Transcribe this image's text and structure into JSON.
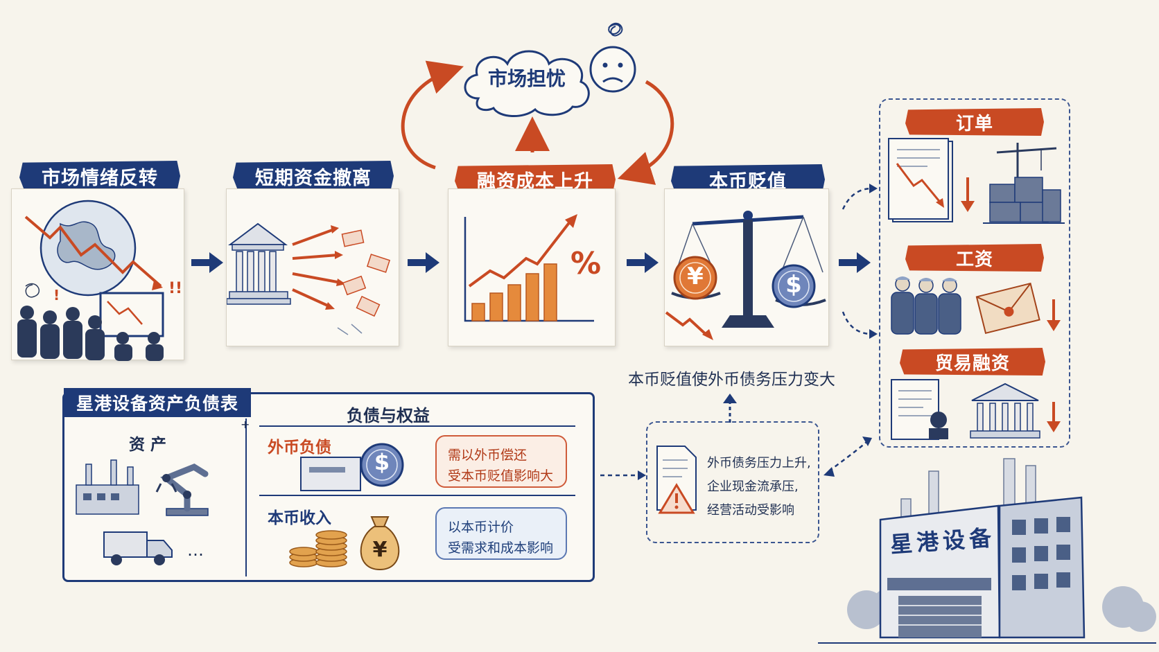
{
  "cloud": {
    "label": "市场担忧"
  },
  "steps": [
    {
      "label": "市场情绪反转"
    },
    {
      "label": "短期资金撤离"
    },
    {
      "label": "融资成本上升"
    },
    {
      "label": "本币贬值"
    }
  ],
  "chart_icon": {
    "symbol": "%"
  },
  "scale": {
    "left_symbol": "¥",
    "right_symbol": "$"
  },
  "pressure_caption": "本币贬值使外币债务压力变大",
  "effects": [
    {
      "label": "订单"
    },
    {
      "label": "工资"
    },
    {
      "label": "贸易融资"
    }
  ],
  "balance_sheet": {
    "title": "星港设备资产负债表",
    "assets_header": "资 产",
    "liabilities_header": "负债与权益",
    "ellipsis": "…",
    "foreign_debt": {
      "label": "外币负债",
      "note_line1": "需以外币偿还",
      "note_line2": "受本币贬值影响大"
    },
    "local_revenue": {
      "label": "本币收入",
      "note_line1": "以本币计价",
      "note_line2": "受需求和成本影响"
    },
    "plus": "+"
  },
  "warning": {
    "line1": "外币债务压力上升,",
    "line2": "企业现金流承压,",
    "line3": "经营活动受影响"
  },
  "factory": {
    "sign": "星港设备"
  },
  "colors": {
    "navy": "#1e3a78",
    "red": "#c94a23",
    "orange": "#e58a3c",
    "background": "#f7f4ec"
  }
}
